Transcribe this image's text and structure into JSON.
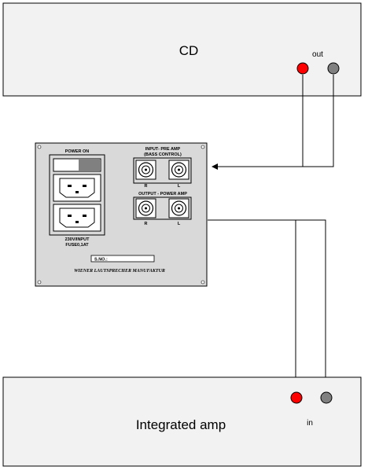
{
  "devices": {
    "cd": {
      "label": "CD",
      "jack_label": "out"
    },
    "amp": {
      "label": "Integrated amp",
      "jack_label": "in"
    }
  },
  "panel": {
    "power_label": "POWER   ON",
    "input_label_1": "INPUT- PRE AMP",
    "input_label_2": "(BASS CONTROL)",
    "output_label": "OUTPUT - POWER AMP",
    "channel_r": "R",
    "channel_l": "L",
    "voltage_label_1": "230V/INPUT",
    "voltage_label_2": "FUSE0,1AT",
    "serial_label": "S.NO.:",
    "maker_label": "WIENER LAUTSPRECHER MANUFAKTUR"
  },
  "colors": {
    "box_fill": "#f2f2f2",
    "panel_fill": "#d9d9d9",
    "jack_red": "#ff0000",
    "jack_gray": "#808080"
  }
}
